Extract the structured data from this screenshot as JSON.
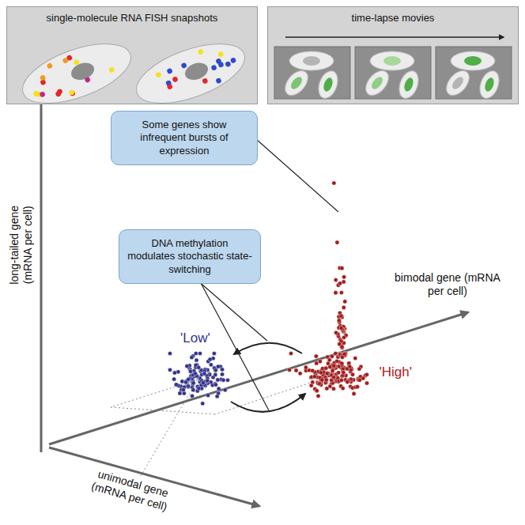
{
  "diagram": {
    "nodes": [
      {
        "text": [
          "single-molecule RNA FISH snapshots"
        ]
      },
      {
        "text": [
          "time-lapse movies"
        ]
      },
      {
        "text": [
          "Some genes show infrequent bursts of expression"
        ]
      },
      {
        "text": [
          "DNA methylation modulates stochastic state-switching"
        ]
      }
    ],
    "labels": [
      "long-tailed gene (mRNA per cell)",
      "bimodal gene (mRNA per cell)",
      "unimodal gene (mRNA per cell)",
      "'Low'",
      "'High'"
    ]
  }
}
